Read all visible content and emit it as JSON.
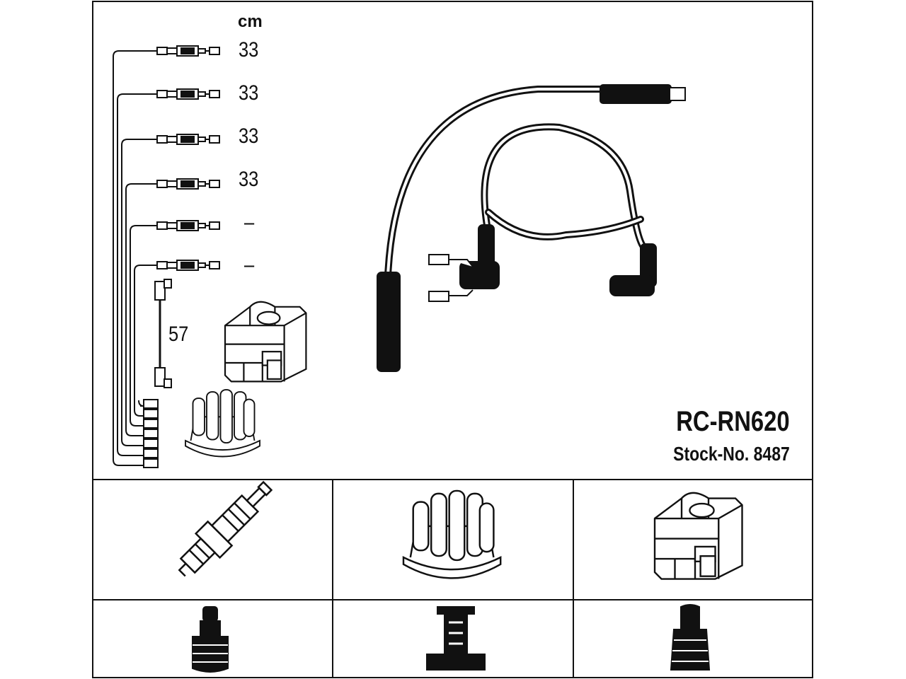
{
  "diagram": {
    "unit_label": "cm",
    "lengths": [
      "33",
      "33",
      "33",
      "33",
      "–",
      "–"
    ],
    "coil_lead_length": "57",
    "title": "RC-RN620",
    "stock_number": "Stock-No. 8487"
  },
  "icons": {
    "spark_plug": "spark-plug-icon",
    "distributor_cap": "distributor-cap-icon",
    "ignition_coil": "ignition-coil-icon",
    "plug_boot": "plug-boot-icon",
    "cap_boot": "cap-boot-icon",
    "coil_boot": "coil-boot-icon"
  },
  "colors": {
    "line": "#111111",
    "background": "#ffffff"
  }
}
